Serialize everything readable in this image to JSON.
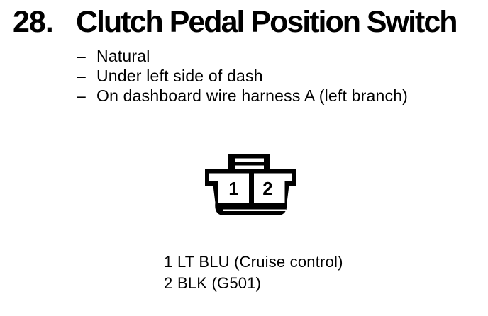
{
  "document": {
    "section_number": "28.",
    "title": "Clutch Pedal Position Switch",
    "details": [
      {
        "dash": "–",
        "text": "Natural"
      },
      {
        "dash": "–",
        "text": "Under left side of dash"
      },
      {
        "dash": "–",
        "text": "On dashboard wire harness A (left branch)"
      }
    ],
    "connector": {
      "kind": "2-cavity connector face view with top latch",
      "pins": [
        "1",
        "2"
      ]
    },
    "legend": [
      {
        "pin": "1",
        "label": "LT BLU (Cruise control)"
      },
      {
        "pin": "2",
        "label": "BLK (G501)"
      }
    ],
    "colors": {
      "ink": "#000000",
      "paper": "#ffffff"
    }
  }
}
